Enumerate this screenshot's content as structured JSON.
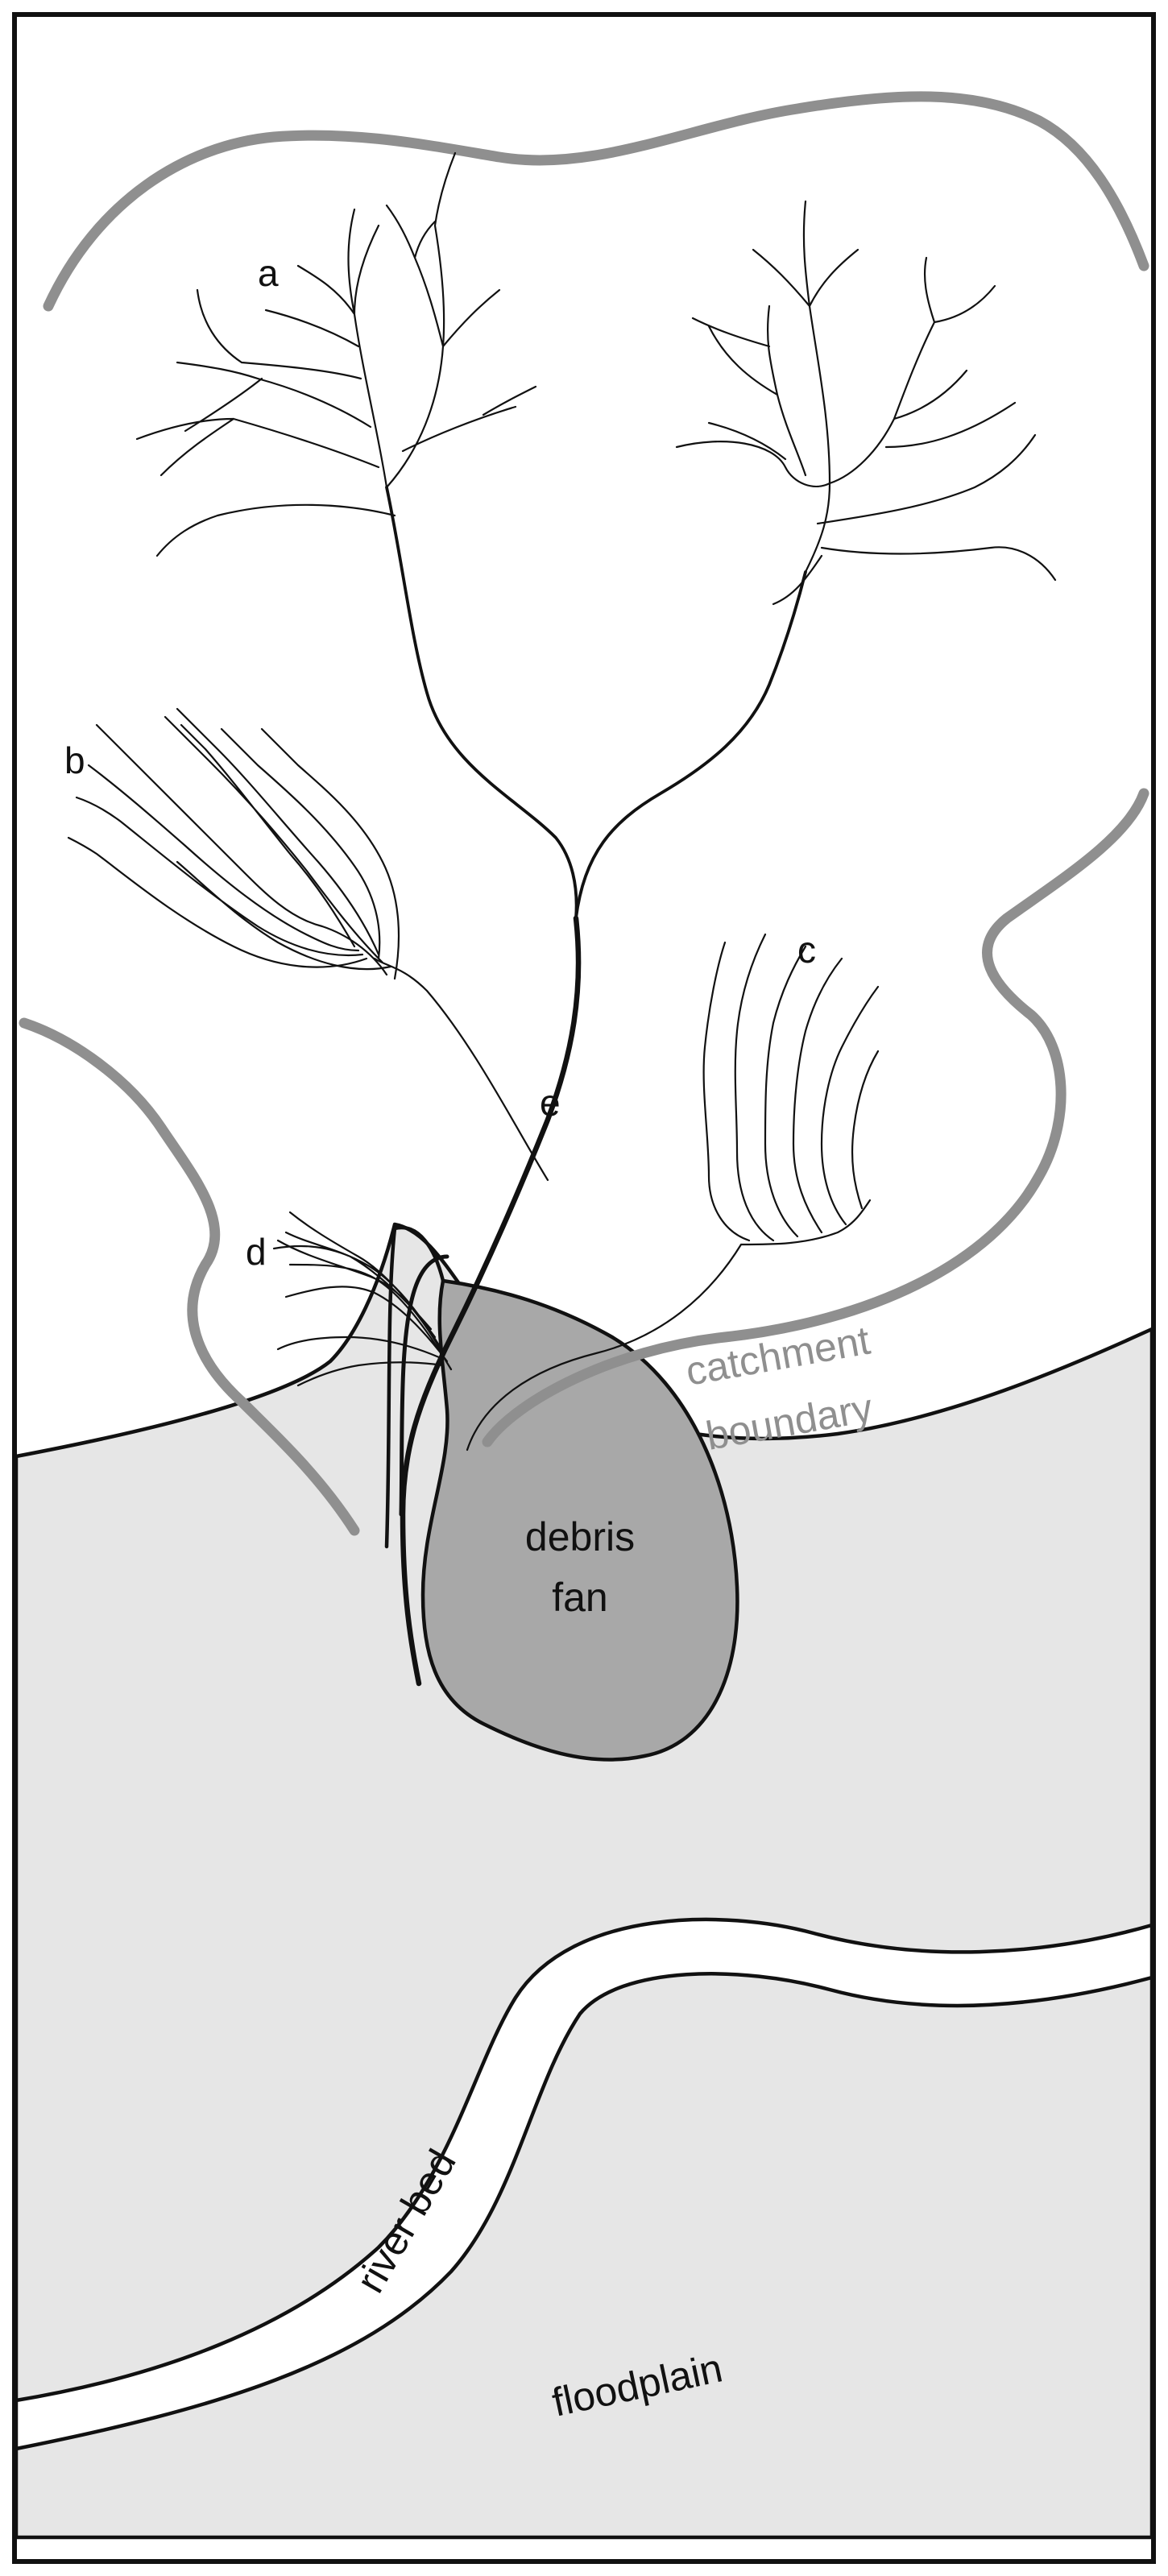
{
  "colors": {
    "frame": "#111111",
    "boundary": "#8f8f8f",
    "valley_fill": "#e6e6e6",
    "fan_fill": "#a8a8a8",
    "channel": "#111111"
  },
  "labels": {
    "a": "a",
    "b": "b",
    "c": "c",
    "d": "d",
    "e": "e",
    "catchment_line1": "catchment",
    "catchment_line2": "boundary",
    "fan_line1": "debris",
    "fan_line2": "fan",
    "river_bed": "river bed",
    "floodplain": "floodplain"
  }
}
